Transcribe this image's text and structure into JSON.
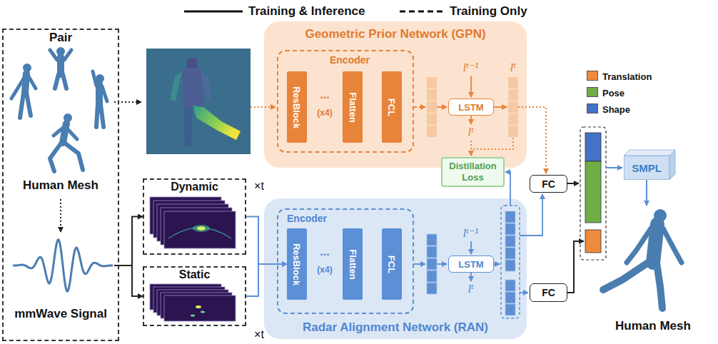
{
  "diagram": {
    "nodes": [
      {
        "text": [
          "Pair"
        ]
      },
      {
        "text": [
          "Human Mesh"
        ],
        "in": 0
      },
      {
        "text": [
          "mmWave Signal"
        ],
        "in": 0
      },
      {
        "text": [
          "Geometric Prior Network (GPN)"
        ]
      },
      {
        "text": [
          "Encoder"
        ],
        "in": 3
      },
      {
        "text": [
          "ResBlock"
        ],
        "in": 4
      },
      {
        "text": [
          "Flatten"
        ],
        "in": 4
      },
      {
        "text": [
          "FCL"
        ],
        "in": 4
      },
      {
        "text": [
          "LSTM"
        ],
        "in": 3
      },
      {
        "text": [
          "Distillation Loss"
        ]
      },
      {
        "text": [
          "Dynamic"
        ]
      },
      {
        "text": [
          "Static"
        ]
      },
      {
        "text": [
          "Radar Alignment Network (RAN)"
        ]
      },
      {
        "text": [
          "Encoder"
        ],
        "in": 12
      },
      {
        "text": [
          "ResBlock"
        ],
        "in": 13
      },
      {
        "text": [
          "Flatten"
        ],
        "in": 13
      },
      {
        "text": [
          "FCL"
        ],
        "in": 13
      },
      {
        "text": [
          "LSTM"
        ],
        "in": 12
      },
      {
        "text": [
          "FC"
        ]
      },
      {
        "text": [
          "FC"
        ]
      },
      {
        "text": [
          "SMPL"
        ]
      },
      {
        "text": [
          "Human Mesh"
        ]
      }
    ],
    "edges": [
      {
        "from": 1,
        "to": 2,
        "arrow": "to"
      },
      {
        "from": 2,
        "to": 10,
        "arrow": "to"
      },
      {
        "from": 2,
        "to": 11,
        "arrow": "to"
      },
      {
        "from": 10,
        "to": 14,
        "arrow": "to"
      },
      {
        "from": 11,
        "to": 14,
        "arrow": "to"
      },
      {
        "from": 20,
        "to": 21,
        "arrow": "to"
      }
    ],
    "labels": [
      "...",
      "(x4)",
      "lᵗ⁻¹",
      "lᵗ",
      "lᵗ",
      "×t",
      "×t",
      "...",
      "(x4)",
      "lᵗ⁻¹",
      "lᵗ"
    ],
    "legend": [
      {
        "text": "Training & Inference"
      },
      {
        "text": "Training Only"
      },
      {
        "text": "Translation",
        "color": "#ee8a3c"
      },
      {
        "text": "Pose",
        "color": "#70ad47"
      },
      {
        "text": "Shape",
        "color": "#4472c4"
      }
    ]
  }
}
